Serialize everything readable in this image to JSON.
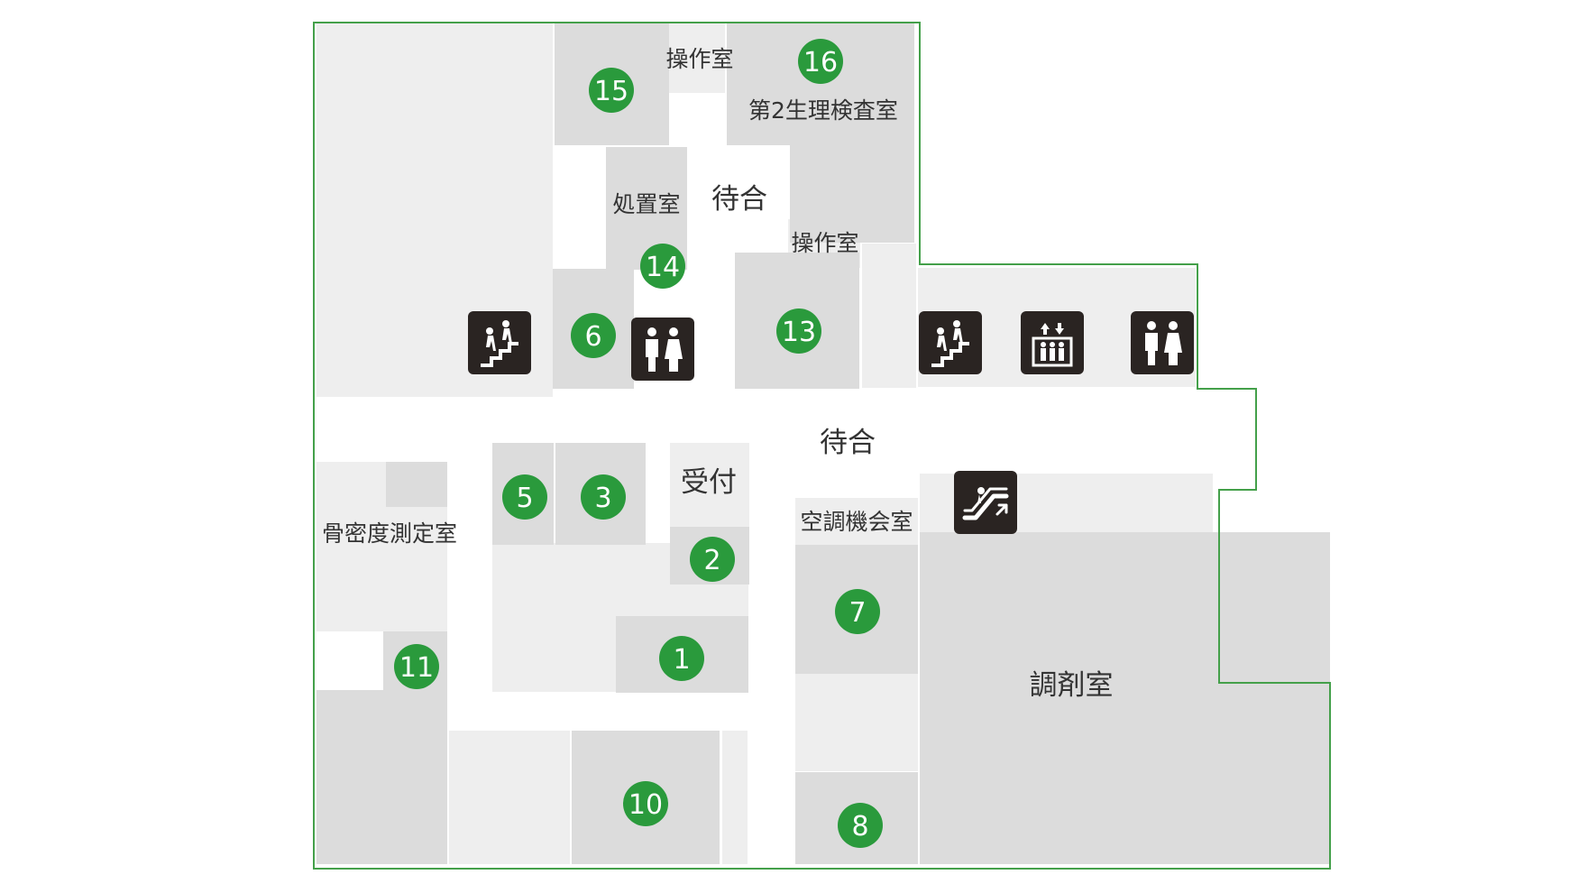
{
  "colors": {
    "outline": "#44a04a",
    "room_light": "#eeeeee",
    "room_mid": "#dcdcdc",
    "marker": "#2a9a3c",
    "marker_text": "#ffffff",
    "icon_bg": "#2a2422",
    "label": "#333333"
  },
  "labels": {
    "operation_room_1": "操作室",
    "second_physio_lab": "第2生理検査室",
    "treatment_room": "処置室",
    "waiting_upper": "待合",
    "operation_room_2": "操作室",
    "waiting_main": "待合",
    "reception": "受付",
    "bone_density_room": "骨密度測定室",
    "air_conditioning_room": "空調機会室",
    "dispensing_room": "調剤室"
  },
  "markers": [
    "15",
    "16",
    "14",
    "6",
    "13",
    "5",
    "3",
    "2",
    "7",
    "1",
    "11",
    "10",
    "8"
  ],
  "icons": [
    "stairs-icon",
    "restroom-icon",
    "stairs-icon",
    "elevator-icon",
    "restroom-icon",
    "escalator-icon"
  ]
}
